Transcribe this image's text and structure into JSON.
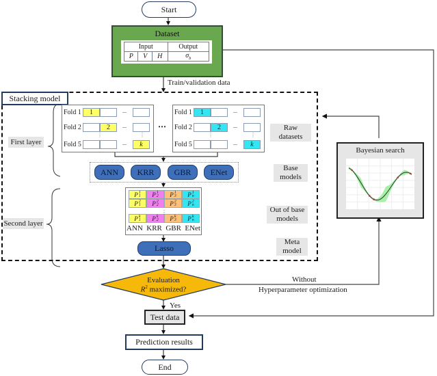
{
  "flow": {
    "start": "Start",
    "end": "End",
    "dataset": {
      "title": "Dataset",
      "input_header": "Input",
      "output_header": "Output",
      "inputs": [
        "P",
        "V",
        "H"
      ],
      "output": "σ",
      "output_sub": "b"
    },
    "train_validation_label": "Train/validation data",
    "stacking_model_label": "Stacking model",
    "first_layer_label": "First layer",
    "second_layer_label": "Second layer",
    "folds": {
      "labels": [
        "Fold 1",
        "Fold 2",
        "Fold 5"
      ],
      "marks": [
        "1",
        "2",
        "k"
      ],
      "ellipsis": "...",
      "dots": "⋯",
      "vdots": "⋮"
    },
    "base_models": [
      "ANN",
      "KRR",
      "GBR",
      "ENet"
    ],
    "out_of_base": {
      "rows_sup": [
        "1",
        "2",
        "k"
      ],
      "cols_sub": [
        "1",
        "2",
        "3",
        "n"
      ],
      "symbol": "P",
      "column_labels": [
        "ANN",
        "KRR",
        "GBR",
        "ENet"
      ]
    },
    "meta_model": "Lasso",
    "side_labels": {
      "raw_datasets": [
        "Raw",
        "datasets"
      ],
      "base_models": [
        "Base",
        "models"
      ],
      "out_of_base_models": [
        "Out of base",
        "models"
      ],
      "meta_model": [
        "Meta",
        "model"
      ]
    },
    "evaluation": {
      "line1": "Evaluation",
      "r": "R",
      "sup": "2",
      "line2_rest": " maximized?"
    },
    "yes_label": "Yes",
    "without_label": "Without",
    "hyperparam_label": "Hyperparameter optimization",
    "bayesian_title": "Bayesian search",
    "test_data": "Test data",
    "prediction_results": "Prediction results"
  },
  "colors": {
    "dataset_green": "#6aa84f",
    "fold_yellow": "#ffff66",
    "fold_cyan": "#33e6f2",
    "model_blue": "#3f6fb8",
    "decision_orange": "#f6b90a",
    "krr_magenta": "#f07ff0",
    "gbr_orange": "#ffc07a",
    "bayes_band": "#90ee90"
  }
}
